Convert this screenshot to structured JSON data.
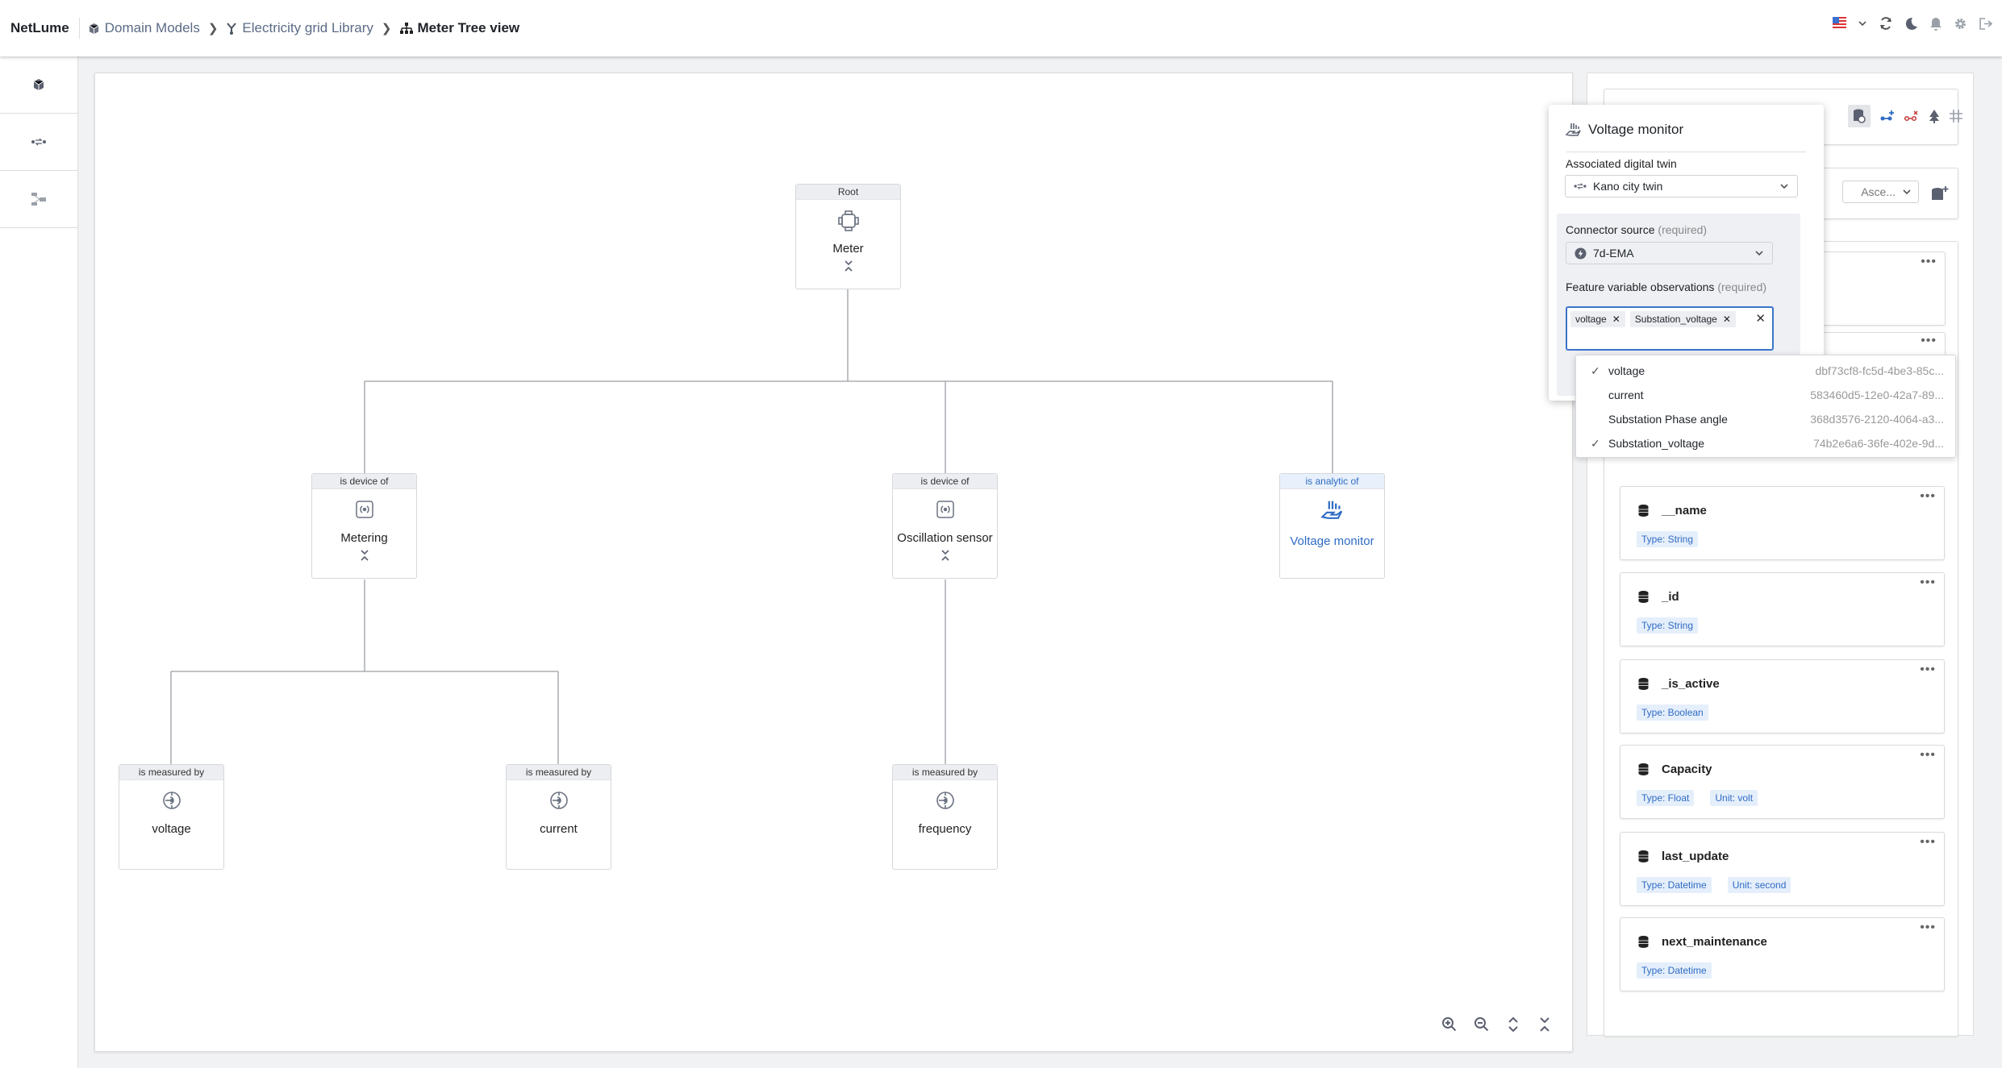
{
  "header": {
    "brand": "NetLume",
    "breadcrumbs": [
      {
        "label": "Domain Models",
        "icon": "cube-icon"
      },
      {
        "label": "Electricity grid Library",
        "icon": "network-icon"
      },
      {
        "label": "Meter Tree view",
        "icon": "tree-icon"
      }
    ],
    "icons": [
      "us-flag-icon",
      "chevron-down-icon",
      "refresh-icon",
      "moon-icon",
      "bell-icon",
      "gear-icon",
      "logout-icon"
    ]
  },
  "sidebar": {
    "items": [
      {
        "icon": "cube-icon"
      },
      {
        "icon": "digital-twin-icon"
      },
      {
        "icon": "hierarchy-icon"
      }
    ]
  },
  "tree": {
    "root": {
      "relation": "Root",
      "label": "Meter"
    },
    "metering": {
      "relation": "is device of",
      "label": "Metering"
    },
    "oscillation": {
      "relation": "is device of",
      "label": "Oscillation sensor"
    },
    "monitor": {
      "relation": "is analytic of",
      "label": "Voltage monitor"
    },
    "voltage": {
      "relation": "is measured by",
      "label": "voltage"
    },
    "current": {
      "relation": "is measured by",
      "label": "current"
    },
    "frequency": {
      "relation": "is measured by",
      "label": "frequency"
    }
  },
  "popup": {
    "title": "Voltage monitor",
    "twin_label": "Associated digital twin",
    "twin_value": "Kano city twin",
    "connector_label": "Connector source",
    "required": "(required)",
    "connector_value": "7d-EMA",
    "feature_label": "Feature variable observations",
    "chips": [
      "voltage",
      "Substation_voltage"
    ],
    "options": [
      {
        "label": "voltage",
        "id": "dbf73cf8-fc5d-4be3-85c...",
        "checked": true
      },
      {
        "label": "current",
        "id": "583460d5-12e0-42a7-89...",
        "checked": false
      },
      {
        "label": "Substation Phase angle",
        "id": "368d3576-2120-4064-a3...",
        "checked": false
      },
      {
        "label": "Substation_voltage",
        "id": "74b2e6a6-36fe-402e-9d...",
        "checked": true
      }
    ]
  },
  "panel": {
    "sort_value": "Asce...",
    "fields": [
      {
        "name": "__name",
        "tags": [
          "Type: String"
        ]
      },
      {
        "name": "_id",
        "tags": [
          "Type: String"
        ]
      },
      {
        "name": "_is_active",
        "tags": [
          "Type: Boolean"
        ]
      },
      {
        "name": "Capacity",
        "tags": [
          "Type: Float",
          "Unit: volt"
        ]
      },
      {
        "name": "last_update",
        "tags": [
          "Type: Datetime",
          "Unit: second"
        ]
      },
      {
        "name": "next_maintenance",
        "tags": [
          "Type: Datetime"
        ]
      }
    ]
  },
  "colors": {
    "accent": "#2f6bc4",
    "danger": "#c43a3a"
  }
}
